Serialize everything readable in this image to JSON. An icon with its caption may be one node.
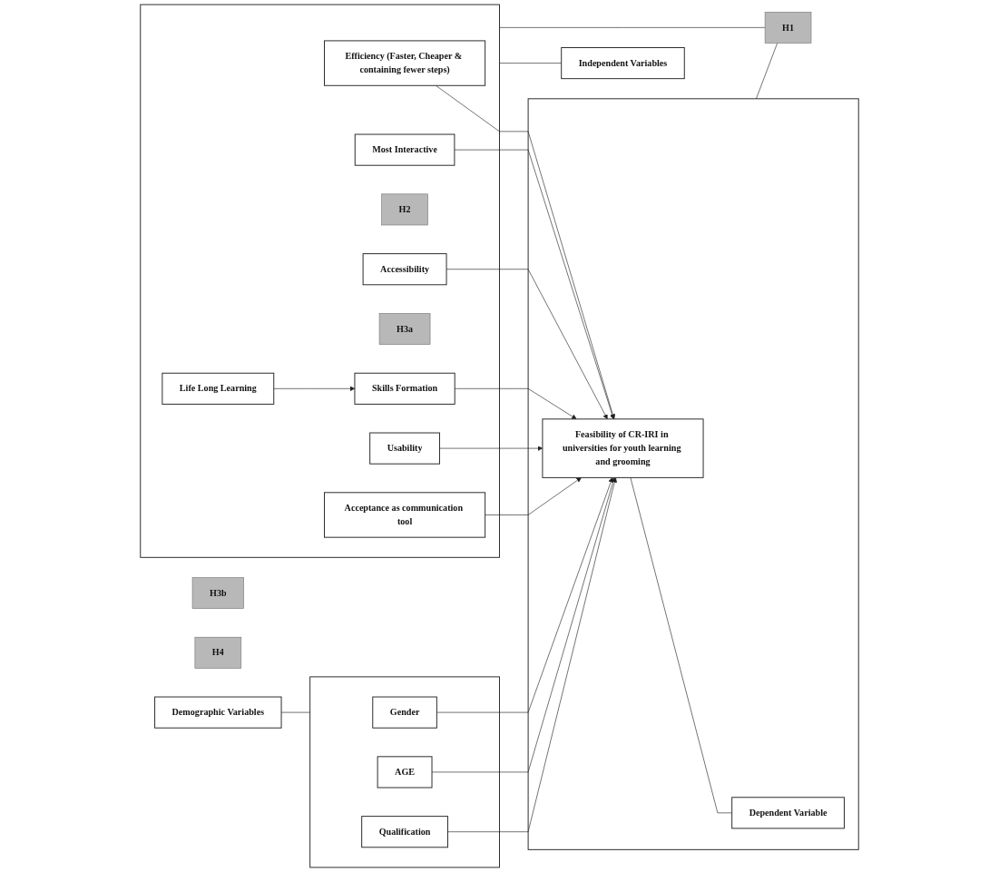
{
  "diagram": {
    "nodes": [
      {
        "text": [],
        "shape": "box"
      },
      {
        "text": [
          "Efficiency (Faster, Cheaper & containing fewer steps)"
        ],
        "in": 0
      },
      {
        "text": [
          "Most Interactive"
        ],
        "in": 0
      },
      {
        "text": [
          "H2"
        ],
        "in": 0
      },
      {
        "text": [
          "Accessibility"
        ],
        "in": 0
      },
      {
        "text": [
          "Life Long Learning"
        ],
        "in": 0
      },
      {
        "text": [
          "H3a"
        ],
        "in": 0
      },
      {
        "text": [
          "Skills Formation"
        ],
        "in": 0
      },
      {
        "text": [
          "H3b"
        ]
      },
      {
        "text": [
          "Usability"
        ],
        "in": 0
      },
      {
        "text": [
          "Acceptance as communication tool"
        ],
        "in": 0
      },
      {
        "text": [
          "H4"
        ]
      },
      {
        "text": [
          "Demographic Variables"
        ]
      },
      {
        "text": [],
        "shape": "box"
      },
      {
        "text": [
          "Gender"
        ],
        "in": 13
      },
      {
        "text": [
          "AGE"
        ],
        "in": 13
      },
      {
        "text": [
          "Qualification"
        ],
        "in": 13
      },
      {
        "text": [],
        "shape": "box"
      },
      {
        "text": [
          "Feasibility of CR-IRI in universities for youth learning and grooming"
        ],
        "in": 17
      },
      {
        "text": [
          "Dependent Variable"
        ],
        "in": 17
      },
      {
        "text": [
          "Independent Variables"
        ]
      },
      {
        "text": [
          "H1"
        ]
      }
    ],
    "edges": [
      {
        "from": 12,
        "to": 13,
        "arrow": "none"
      },
      {
        "from": 2,
        "to": 18,
        "arrow": "to"
      },
      {
        "from": 4,
        "to": 18,
        "arrow": "to"
      },
      {
        "from": 5,
        "to": 7,
        "arrow": "to"
      },
      {
        "from": 7,
        "to": 18,
        "arrow": "to"
      },
      {
        "from": 9,
        "to": 18,
        "arrow": "to"
      },
      {
        "from": 10,
        "to": 18,
        "arrow": "to"
      },
      {
        "from": 1,
        "to": 18,
        "arrow": "to"
      },
      {
        "from": 14,
        "to": 18,
        "arrow": "to"
      },
      {
        "from": 15,
        "to": 18,
        "arrow": "to"
      },
      {
        "from": 16,
        "to": 18,
        "arrow": "to"
      },
      {
        "from": 18,
        "to": 19,
        "arrow": "none"
      },
      {
        "from": 0,
        "to": 20,
        "arrow": "none"
      },
      {
        "from": 0,
        "to": 21,
        "arrow": "none"
      },
      {
        "from": 17,
        "to": 21,
        "arrow": "none"
      }
    ]
  }
}
